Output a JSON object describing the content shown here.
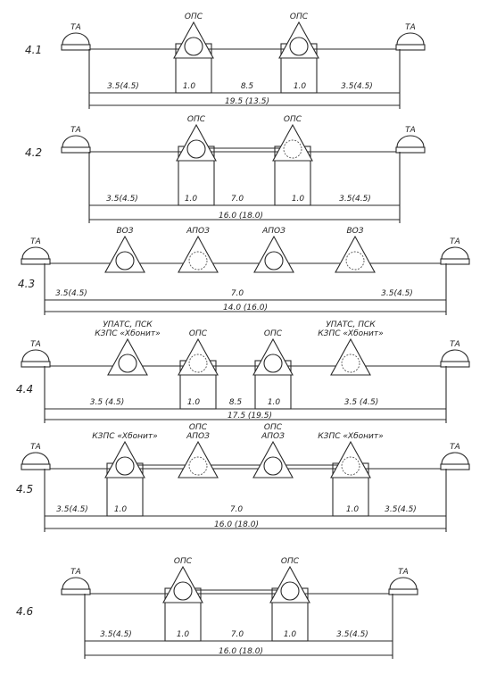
{
  "rows": [
    {
      "label": "4.1",
      "left_ta": "ТА",
      "right_ta": "ТА",
      "devices": [
        "ОПС",
        "ОПС"
      ],
      "segments": [
        "3.5(4.5)",
        "1.0",
        "8.5",
        "1.0",
        "3.5(4.5)"
      ],
      "total": "19.5 (13.5)"
    },
    {
      "label": "4.2",
      "left_ta": "ТА",
      "right_ta": "ТА",
      "devices": [
        "ОПС",
        "ОПС"
      ],
      "segments": [
        "3.5(4.5)",
        "1.0",
        "7.0",
        "1.0",
        "3.5(4.5)"
      ],
      "total": "16.0 (18.0)"
    },
    {
      "label": "4.3",
      "left_ta": "ТА",
      "right_ta": "ТА",
      "devices": [
        "ВОЗ",
        "АПОЗ",
        "АПОЗ",
        "ВОЗ"
      ],
      "segments": [
        "3.5(4.5)",
        "7.0",
        "3.5(4.5)"
      ],
      "total": "14.0 (16.0)"
    },
    {
      "label": "4.4",
      "left_ta": "ТА",
      "right_ta": "ТА",
      "devices": [
        "УПАТС, ПСК\nКЗПС «Хбонит»",
        "ОПС",
        "ОПС",
        "УПАТС, ПСК\nКЗПС «Хбонит»"
      ],
      "segments": [
        "3.5 (4.5)",
        "1.0",
        "8.5",
        "1.0",
        "3.5 (4.5)"
      ],
      "total": "17.5 (19.5)"
    },
    {
      "label": "4.5",
      "left_ta": "ТА",
      "right_ta": "ТА",
      "devices": [
        "КЗПС «Хбонит»",
        "ОПС\nАПОЗ",
        "ОПС\nАПОЗ",
        "КЗПС «Хбонит»"
      ],
      "segments": [
        "3.5(4.5)",
        "1.0",
        "7.0",
        "1.0",
        "3.5(4.5)"
      ],
      "total": "16.0 (18.0)"
    },
    {
      "label": "4.6",
      "left_ta": "ТА",
      "right_ta": "ТА",
      "devices": [
        "ОПС",
        "ОПС"
      ],
      "segments": [
        "3.5(4.5)",
        "1.0",
        "7.0",
        "1.0",
        "3.5(4.5)"
      ],
      "total": "16.0 (18.0)"
    }
  ]
}
